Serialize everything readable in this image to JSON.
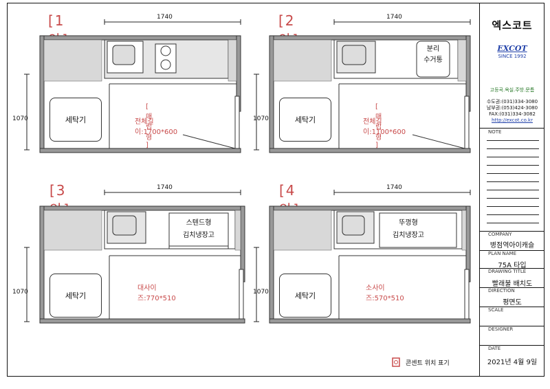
{
  "plans": [
    {
      "title": "[1 안]",
      "width_dim": "1740",
      "depth_dim": "1070",
      "washer": "세탁기",
      "note1": "[ 매 립 형 ]",
      "note2": "전체길이:1700*600"
    },
    {
      "title": "[2 안]",
      "width_dim": "1740",
      "depth_dim": "1070",
      "washer": "세탁기",
      "bin_line1": "분리",
      "bin_line2": "수거통",
      "note1": "[ 매 립 형 ]",
      "note2": "전체길이:1100*600"
    },
    {
      "title": "[3 안]",
      "width_dim": "1740",
      "depth_dim": "1070",
      "washer": "세탁기",
      "fridge_line1": "스텐드형",
      "fridge_line2": "김치냉장고",
      "note2": "대사이즈:770*510"
    },
    {
      "title": "[4 안]",
      "width_dim": "1740",
      "depth_dim": "1070",
      "washer": "세탁기",
      "fridge_line1": "뚜껑형",
      "fridge_line2": "김치냉장고",
      "note2": "소사이즈:570*510"
    }
  ],
  "legend": {
    "text": "콘센트 위치 표기"
  },
  "titleblock": {
    "company_kr": "엑스코트",
    "company_en": "EXCOT",
    "since": "SINCE 1992",
    "business": "고등곡.욕실.주방.문틈",
    "phone1": "수도권:(031)334-3080",
    "phone2": "남부권:(053)424-3080",
    "fax": "FAX:(031)334-3082",
    "url": "http://excot.co.kr",
    "note_label": "NOTE",
    "company_label": "COMPANY",
    "company_value": "병점역아이캐슬",
    "plan_label": "PLAN NAME",
    "plan_value": "75A 타입",
    "drawing_label": "DRAWING TITLE",
    "drawing_value": "빨래불 배치도",
    "direction_label": "DIRECTION",
    "direction_value": "평면도",
    "scale_label": "SCALE",
    "designer_label": "DESIGNER",
    "date_label": "DATE",
    "date_value": "2021년 4월 9일"
  }
}
